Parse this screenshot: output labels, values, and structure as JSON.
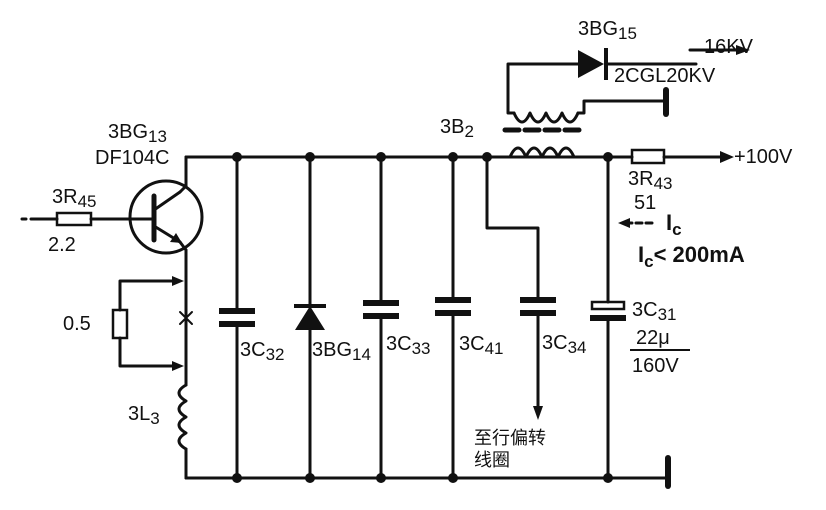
{
  "diagram": {
    "labels": {
      "transistor_name": "3BG",
      "transistor_sub": "13",
      "transistor_model": "DF104C",
      "r45_name": "3R",
      "r45_sub": "45",
      "r45_value": "2.2",
      "shunt_value": "0.5",
      "l3_name": "3L",
      "l3_sub": "3",
      "c32": "3C",
      "c32_sub": "32",
      "d14": "3BG",
      "d14_sub": "14",
      "c33": "3C",
      "c33_sub": "33",
      "c41": "3C",
      "c41_sub": "41",
      "c34": "3C",
      "c34_sub": "34",
      "c31": "3C",
      "c31_sub": "31",
      "c31_cap": "22μ",
      "c31_volt": "160V",
      "b2_name": "3B",
      "b2_sub": "2",
      "d15_name": "3BG",
      "d15_sub": "15",
      "d15_model": "2CGL20KV",
      "hv_out": "16KV",
      "r43_name": "3R",
      "r43_sub": "43",
      "r43_value": "51",
      "supply": "+100V",
      "ic_label": "I",
      "ic_sub": "c",
      "ic_limit": "< 200mA",
      "yoke_line1": "至行偏转",
      "yoke_line2": "线圈"
    }
  }
}
